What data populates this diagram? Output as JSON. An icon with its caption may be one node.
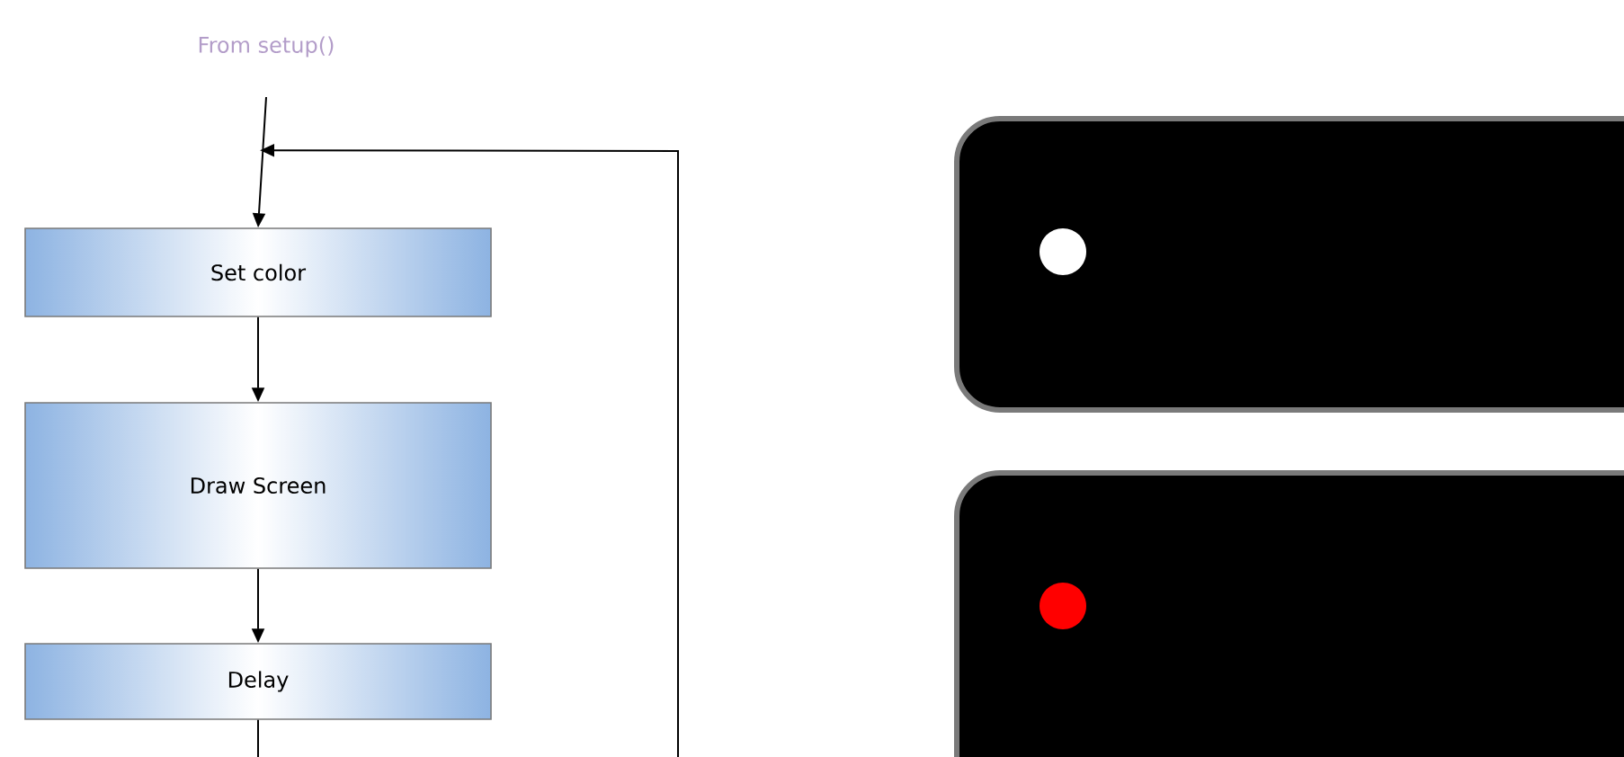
{
  "diagram": {
    "nodes": [
      {
        "text": [
          "From setup()"
        ]
      },
      {
        "text": [
          "Set color"
        ]
      },
      {
        "text": [
          "Draw Screen"
        ]
      },
      {
        "text": [
          "Delay"
        ]
      },
      {
        "text": [],
        "shape": "box"
      },
      {
        "text": [],
        "shape": "box"
      }
    ],
    "edges": [
      {
        "from": 0,
        "to": 1,
        "arrow": "to"
      },
      {
        "from": 1,
        "to": 2,
        "arrow": "to"
      },
      {
        "from": 2,
        "to": 3,
        "arrow": "to"
      },
      {
        "from": 3,
        "to": 1,
        "arrow": "to"
      }
    ]
  }
}
